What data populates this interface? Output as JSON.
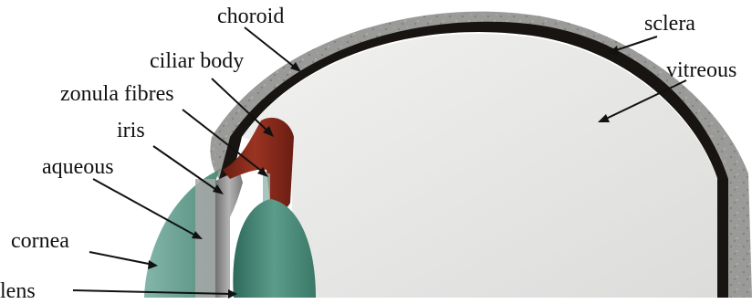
{
  "diagram": {
    "labels": {
      "choroid": "choroid",
      "sclera": "sclera",
      "ciliar_body": "ciliar body",
      "vitreous": "vitreous",
      "zonula_fibres": "zonula fibres",
      "iris": "iris",
      "aqueous": "aqueous",
      "cornea": "cornea",
      "lens": "lens"
    },
    "colors": {
      "sclera": "#9a9b98",
      "choroid": "#171412",
      "vitreous": "#e9e9e8",
      "ciliar_body": "#8a2a1a",
      "lens": "#4f8f7f",
      "cornea": "#6aa596",
      "iris": "#9c9c9c"
    }
  }
}
